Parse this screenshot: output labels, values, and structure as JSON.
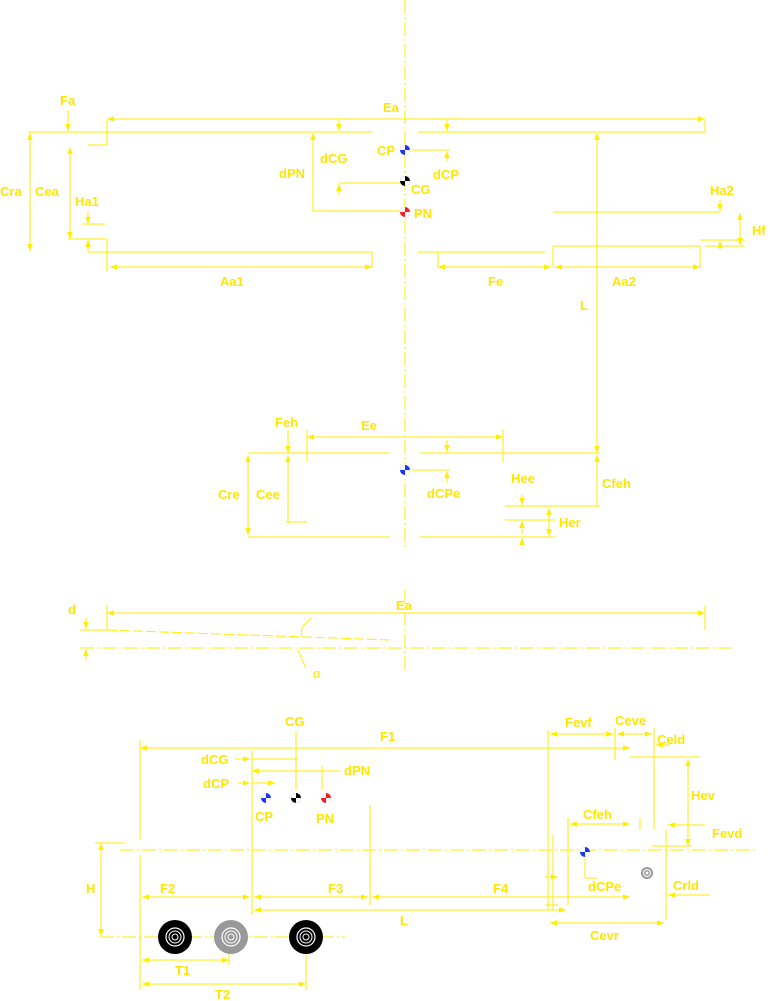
{
  "colors": {
    "line": "#ffee00",
    "text": "#ffe600",
    "cp_marker": "#1a33ff",
    "pn_marker": "#ff1a1a",
    "cg_marker": "#000000",
    "wheel": "#000000",
    "wheel_gray": "#999999"
  },
  "top_view": {
    "wing_span": "Ea",
    "wing_offset": "Fa",
    "wing_root_chord": "Cra",
    "wing_chord_ref": "Cea",
    "wing_height_1": "Ha1",
    "wing_height_2": "Ha2",
    "wing_width_1": "Aa1",
    "wing_width_2": "Aa2",
    "fuselage_height": "Hf",
    "fuselage_offset": "Fe",
    "length": "L",
    "cp": "CP",
    "cg": "CG",
    "pn": "PN",
    "d_cg": "dCG",
    "d_pn": "dPN",
    "d_cp": "dCP"
  },
  "tail_view": {
    "tail_span": "Ee",
    "tail_offset": "Feh",
    "tail_root_chord": "Cre",
    "tail_chord_ref": "Cee",
    "d_cpe": "dCPe",
    "fin_distance": "Cfeh",
    "tail_height_e": "Hee",
    "tail_height_r": "Her"
  },
  "front_view": {
    "span": "Ea",
    "dihedral": "d",
    "alpha": "α"
  },
  "side_view": {
    "cg": "CG",
    "cp": "CP",
    "pn": "PN",
    "d_cg": "dCG",
    "d_cp": "dCP",
    "d_pn": "dPN",
    "f1": "F1",
    "f2": "F2",
    "f3": "F3",
    "f4": "F4",
    "length": "L",
    "height": "H",
    "track_1": "T1",
    "track_2": "T2",
    "fevf": "Fevf",
    "ceve": "Ceve",
    "celd": "Celd",
    "hev": "Hev",
    "fevd": "Fevd",
    "cfeh": "Cfeh",
    "crld": "Crld",
    "d_cpe": "dCPe",
    "cevr": "Cevr"
  }
}
